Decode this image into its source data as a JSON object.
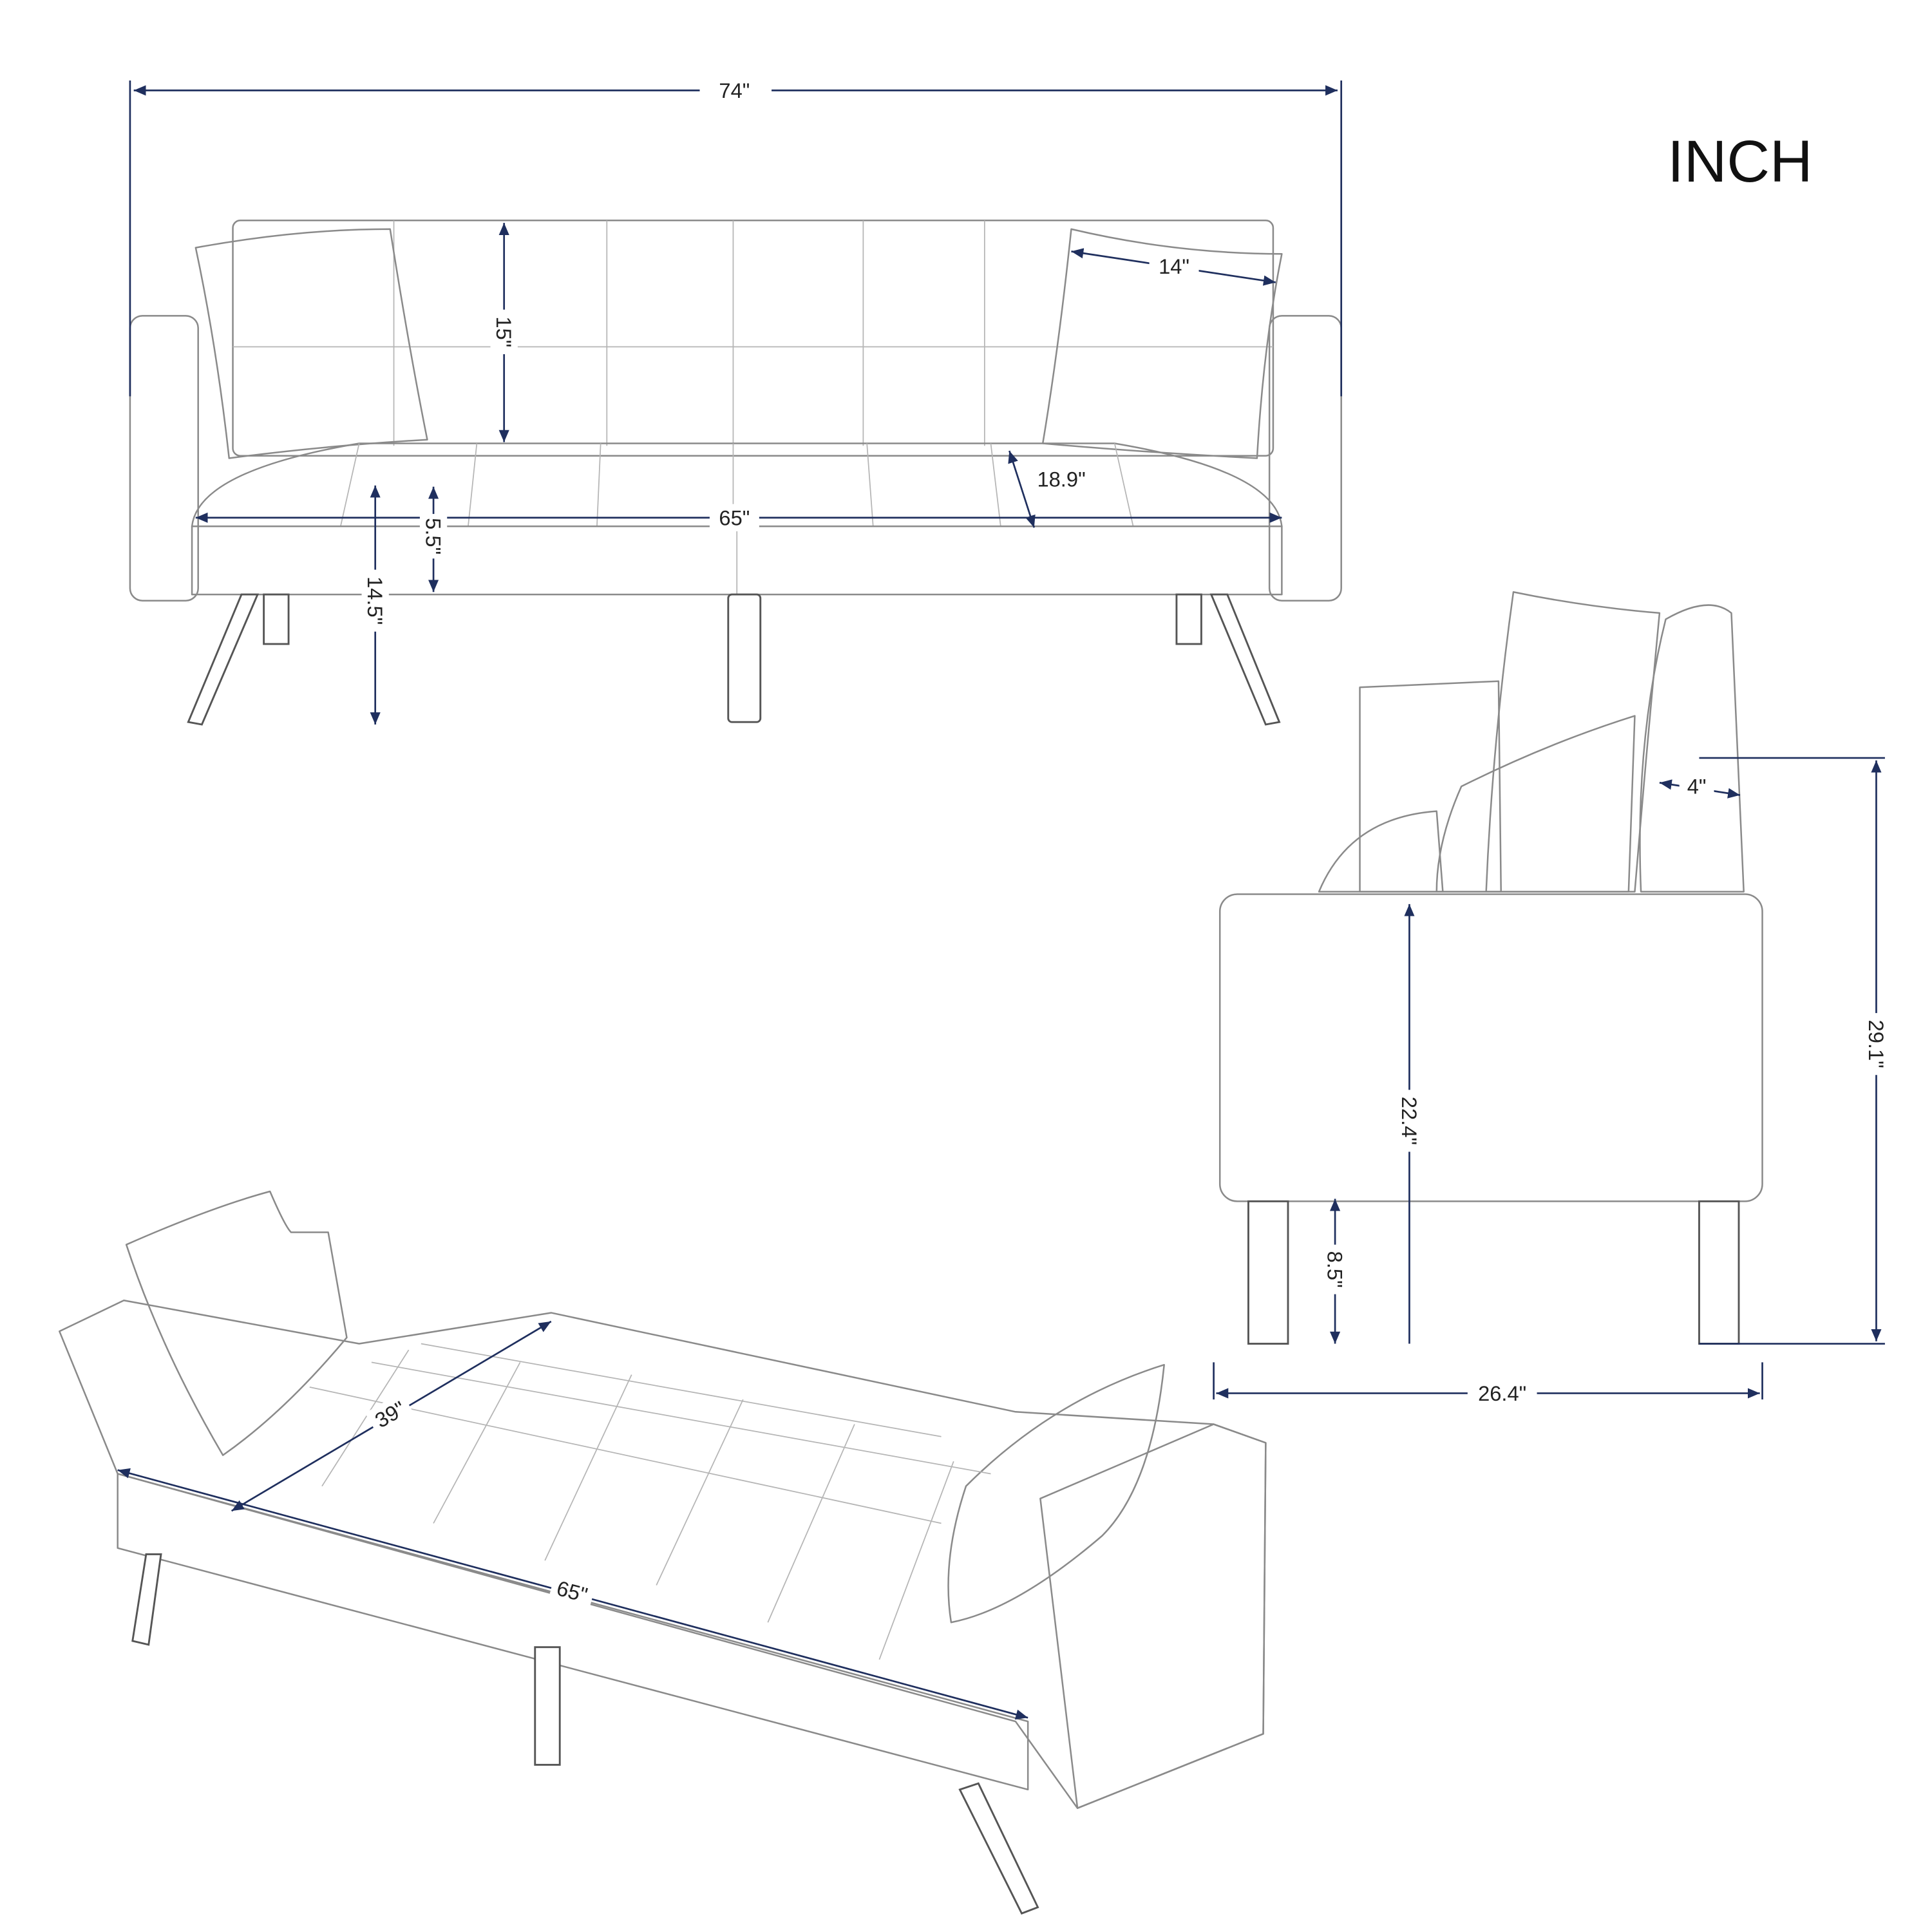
{
  "unit_label": "INCH",
  "line_color": "#1f2f5e",
  "front_view": {
    "overall_width": "74\"",
    "backrest_height": "15\"",
    "pillow_width": "14\"",
    "seat_depth": "18.9\"",
    "seat_width": "65\"",
    "cushion_thickness": "5.5\"",
    "seat_height": "14.5\""
  },
  "side_view": {
    "back_thickness": "4\"",
    "overall_height": "29.1\"",
    "arm_height": "22.4\"",
    "leg_height": "8.5\"",
    "overall_depth": "26.4\""
  },
  "bed_view": {
    "bed_width": "39\"",
    "bed_length": "65\""
  }
}
